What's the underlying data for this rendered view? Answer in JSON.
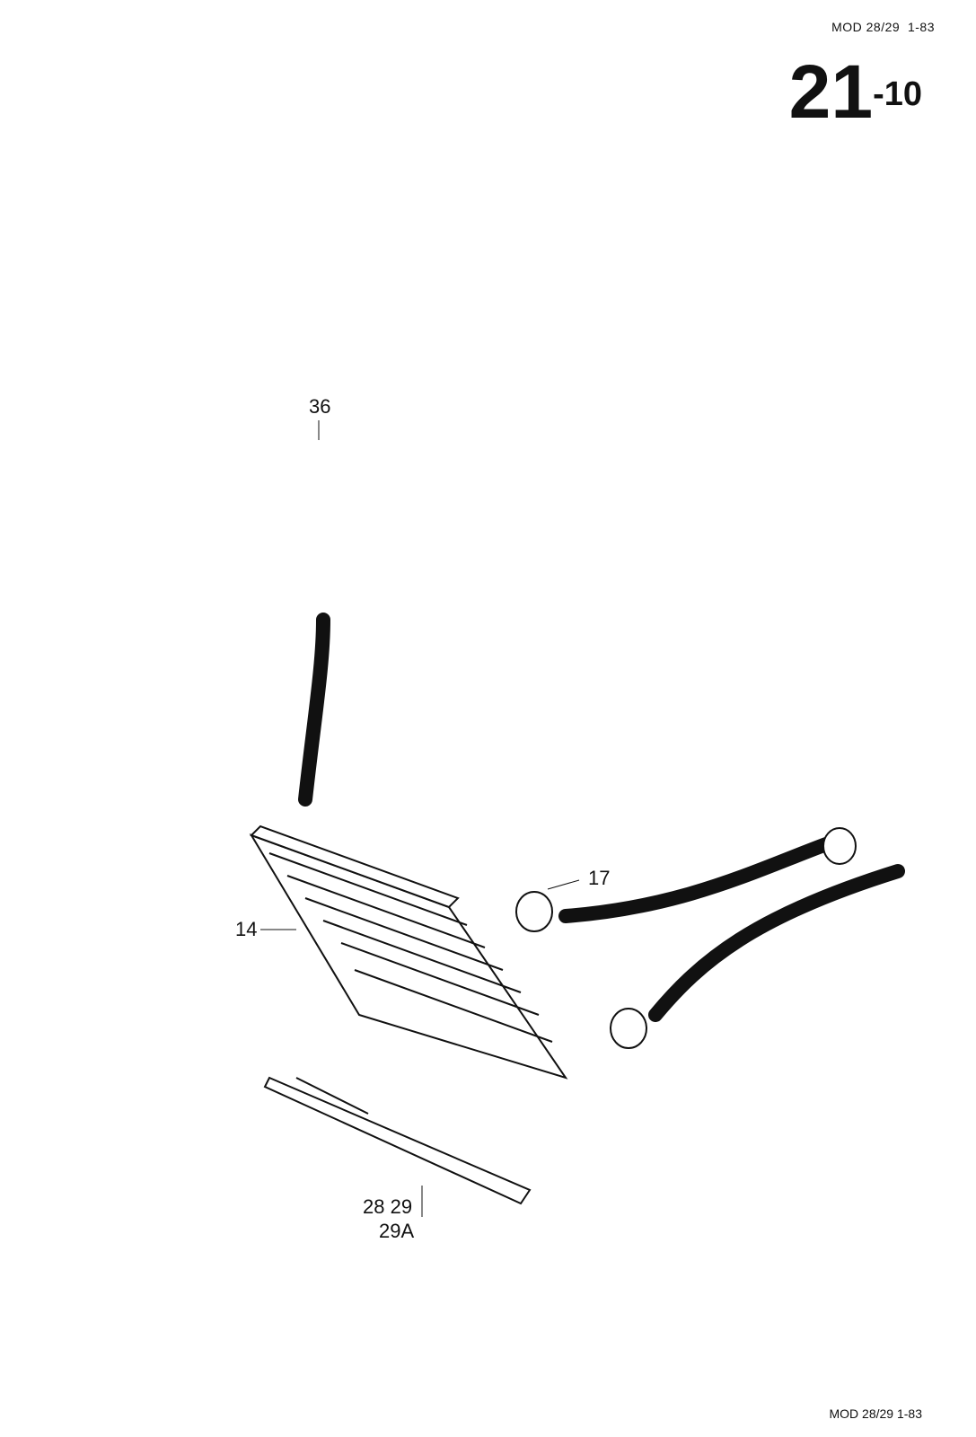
{
  "header": {
    "code": "MOD 28/29",
    "date": "1-83"
  },
  "page_number": {
    "main": "21",
    "sub": "-10"
  },
  "footer": {
    "text": "MOD 28/29  1-83"
  },
  "callouts": {
    "c14": "14",
    "c17": "17",
    "c28_29": "28  29",
    "c29a": "29A",
    "c36": "36"
  }
}
